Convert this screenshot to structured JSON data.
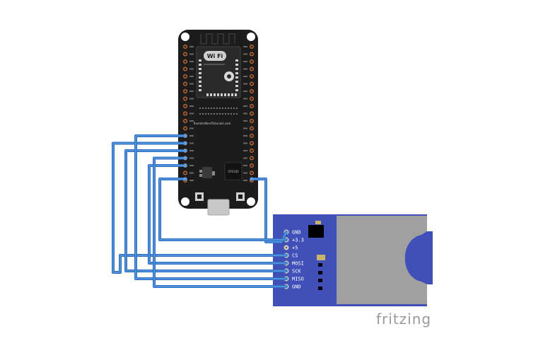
{
  "colors": {
    "wire": "#2f6fc2",
    "wire_light": "#5b9be0",
    "board": "#1c1c1c",
    "module": "#4150b8",
    "card": "#9e9e9e",
    "header_pin": "#d46a2b"
  },
  "esp32": {
    "wifi_logo": "Wi Fi",
    "watermark": "RandomNerdTutorials.com",
    "chip_label": "CP2102"
  },
  "sd_module": {
    "pins": [
      "GND",
      "+3.3",
      "+5",
      "CS",
      "MOSI",
      "SCK",
      "MISO",
      "GND"
    ]
  },
  "brand": "fritzing"
}
